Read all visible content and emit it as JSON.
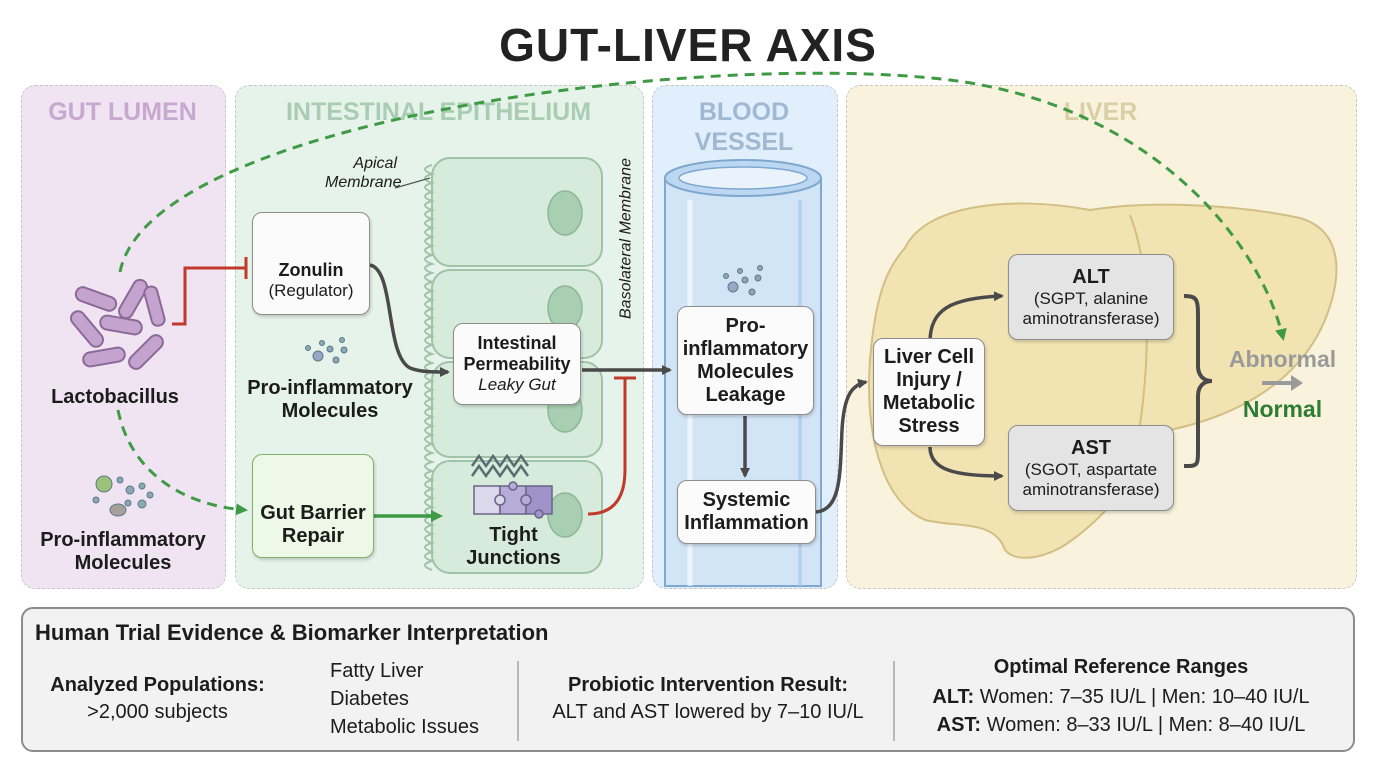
{
  "title": "GUT-LIVER AXIS",
  "sections": {
    "gut_lumen": "GUT LUMEN",
    "epithelium": "INTESTINAL EPITHELIUM",
    "blood_vessel": "BLOOD VESSEL",
    "liver": "LIVER"
  },
  "gut_lumen": {
    "bacteria_label": "Lactobacillus",
    "molecules_label": "Pro-inflammatory Molecules"
  },
  "epithelium": {
    "apical_membrane": "Apical Membrane",
    "basolateral_membrane": "Basolateral Membrane",
    "zonulin": {
      "title": "Zonulin",
      "subtitle": "(Regulator)"
    },
    "molecules_label": "Pro-inflammatory Molecules",
    "permeability": {
      "title": "Intestinal Permeability",
      "subtitle": "Leaky Gut"
    },
    "barrier_repair": "Gut Barrier Repair",
    "tight_junctions": "Tight Junctions"
  },
  "blood_vessel": {
    "leakage": "Pro-inflammatory Molecules Leakage",
    "systemic": "Systemic Inflammation"
  },
  "liver": {
    "injury": "Liver Cell Injury / Metabolic Stress",
    "alt": {
      "title": "ALT",
      "detail": "(SGPT, alanine aminotransferase)"
    },
    "ast": {
      "title": "AST",
      "detail": "(SGOT, aspartate aminotransferase)"
    },
    "abnormal": "Abnormal",
    "normal": "Normal"
  },
  "evidence": {
    "heading": "Human Trial Evidence & Biomarker Interpretation",
    "populations_label": "Analyzed Populations:",
    "populations_count": ">2,000 subjects",
    "populations": [
      "Fatty Liver",
      "Diabetes",
      "Metabolic Issues"
    ],
    "result_label": "Probiotic Intervention Result:",
    "result_text": "ALT and AST lowered by 7–10 IU/L",
    "ranges_label": "Optimal Reference Ranges",
    "alt_label": "ALT:",
    "alt_range": "Women: 7–35 IU/L | Men: 10–40 IU/L",
    "ast_label": "AST:",
    "ast_range": "Women: 8–33 IU/L | Men: 8–40 IU/L"
  },
  "colors": {
    "gut_lumen_bg": "#f0e4f3",
    "epithelium_bg": "#e6f3ea",
    "blood_bg": "#e1eefb",
    "liver_bg": "#f9f3dd",
    "green_arrow": "#3f9a45",
    "inhibit_red": "#c0392b",
    "arrow_gray": "#4a4a4a"
  }
}
